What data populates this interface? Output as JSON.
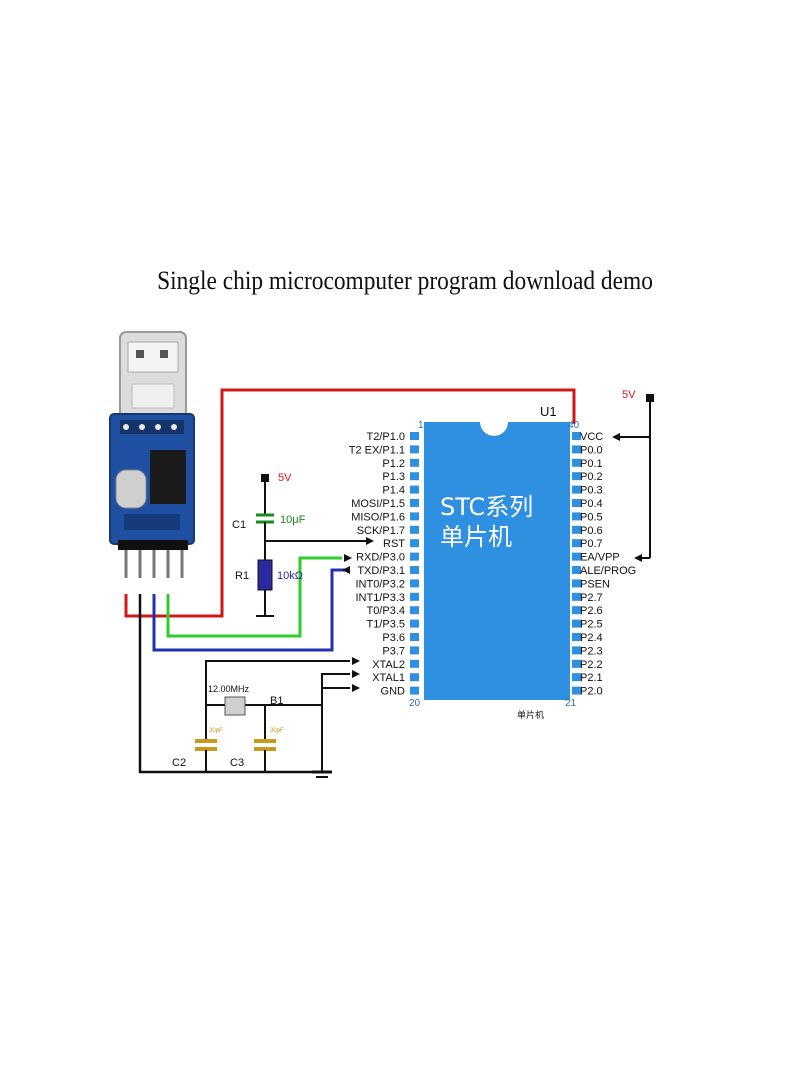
{
  "title": "Single chip microcomputer program download demo",
  "chip": {
    "ref": "U1",
    "line1": "STC系列",
    "line2": "单片机",
    "caption": "单片机",
    "pin_first": "1",
    "pin_top_right": "40",
    "pin_bottom_left": "20",
    "pin_bottom_right": "21",
    "left_pins": [
      "T2/P1.0",
      "T2 EX/P1.1",
      "P1.2",
      "P1.3",
      "P1.4",
      "MOSI/P1.5",
      "MISO/P1.6",
      "SCK/P1.7",
      "RST",
      "RXD/P3.0",
      "TXD/P3.1",
      "INT0/P3.2",
      "INT1/P3.3",
      "T0/P3.4",
      "T1/P3.5",
      "P3.6",
      "P3.7",
      "XTAL2",
      "XTAL1",
      "GND"
    ],
    "right_pins": [
      "VCC",
      "P0.0",
      "P0.1",
      "P0.2",
      "P0.3",
      "P0.4",
      "P0.5",
      "P0.6",
      "P0.7",
      "EA/VPP",
      "ALE/PROG",
      "PSEN",
      "P2.7",
      "P2.6",
      "P2.5",
      "P2.4",
      "P2.3",
      "P2.2",
      "P2.1",
      "P2.0"
    ]
  },
  "power_top": "5V",
  "power_mid": "5V",
  "c1": {
    "ref": "C1",
    "value": "10μF"
  },
  "r1": {
    "ref": "R1",
    "value": "10kΩ"
  },
  "crystal": {
    "ref": "B1",
    "value": "12.00MHz"
  },
  "c2": {
    "ref": "C2",
    "value": "30pF"
  },
  "c3": {
    "ref": "C3",
    "value": "30pF"
  },
  "colors": {
    "chip": "#2f8fe0",
    "vcc_wire": "#d01818",
    "rx_wire": "#2ecc2e",
    "tx_wire": "#2030b0",
    "gnd_wire": "#111111"
  }
}
